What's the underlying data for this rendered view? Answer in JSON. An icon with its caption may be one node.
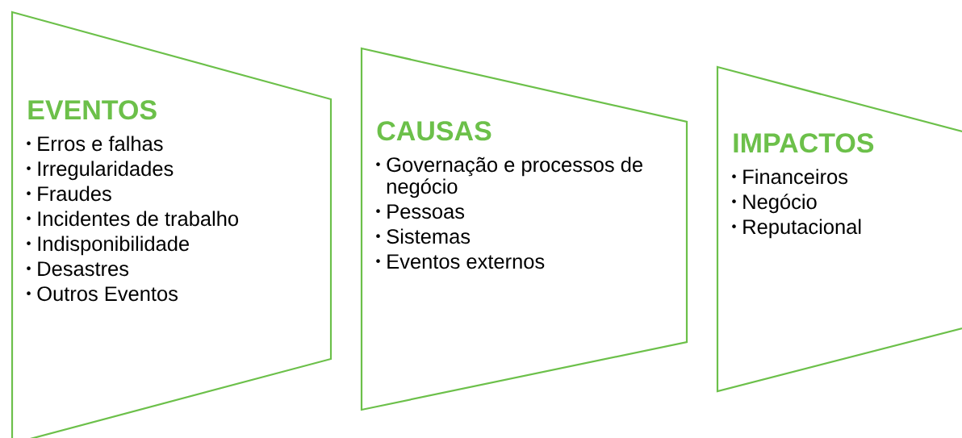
{
  "diagram": {
    "nodes": [
      {
        "text": [
          "EVENTOS",
          "Erros e falhas",
          "Irregularidades",
          "Fraudes",
          "Incidentes de trabalho",
          "Indisponibilidade",
          "Desastres",
          "Outros Eventos"
        ]
      },
      {
        "text": [
          "CAUSAS",
          "Governação e processos de negócio",
          "Pessoas",
          "Sistemas",
          "Eventos externos"
        ]
      },
      {
        "text": [
          "IMPACTOS",
          "Financeiros",
          "Negócio",
          "Reputacional"
        ]
      }
    ]
  }
}
